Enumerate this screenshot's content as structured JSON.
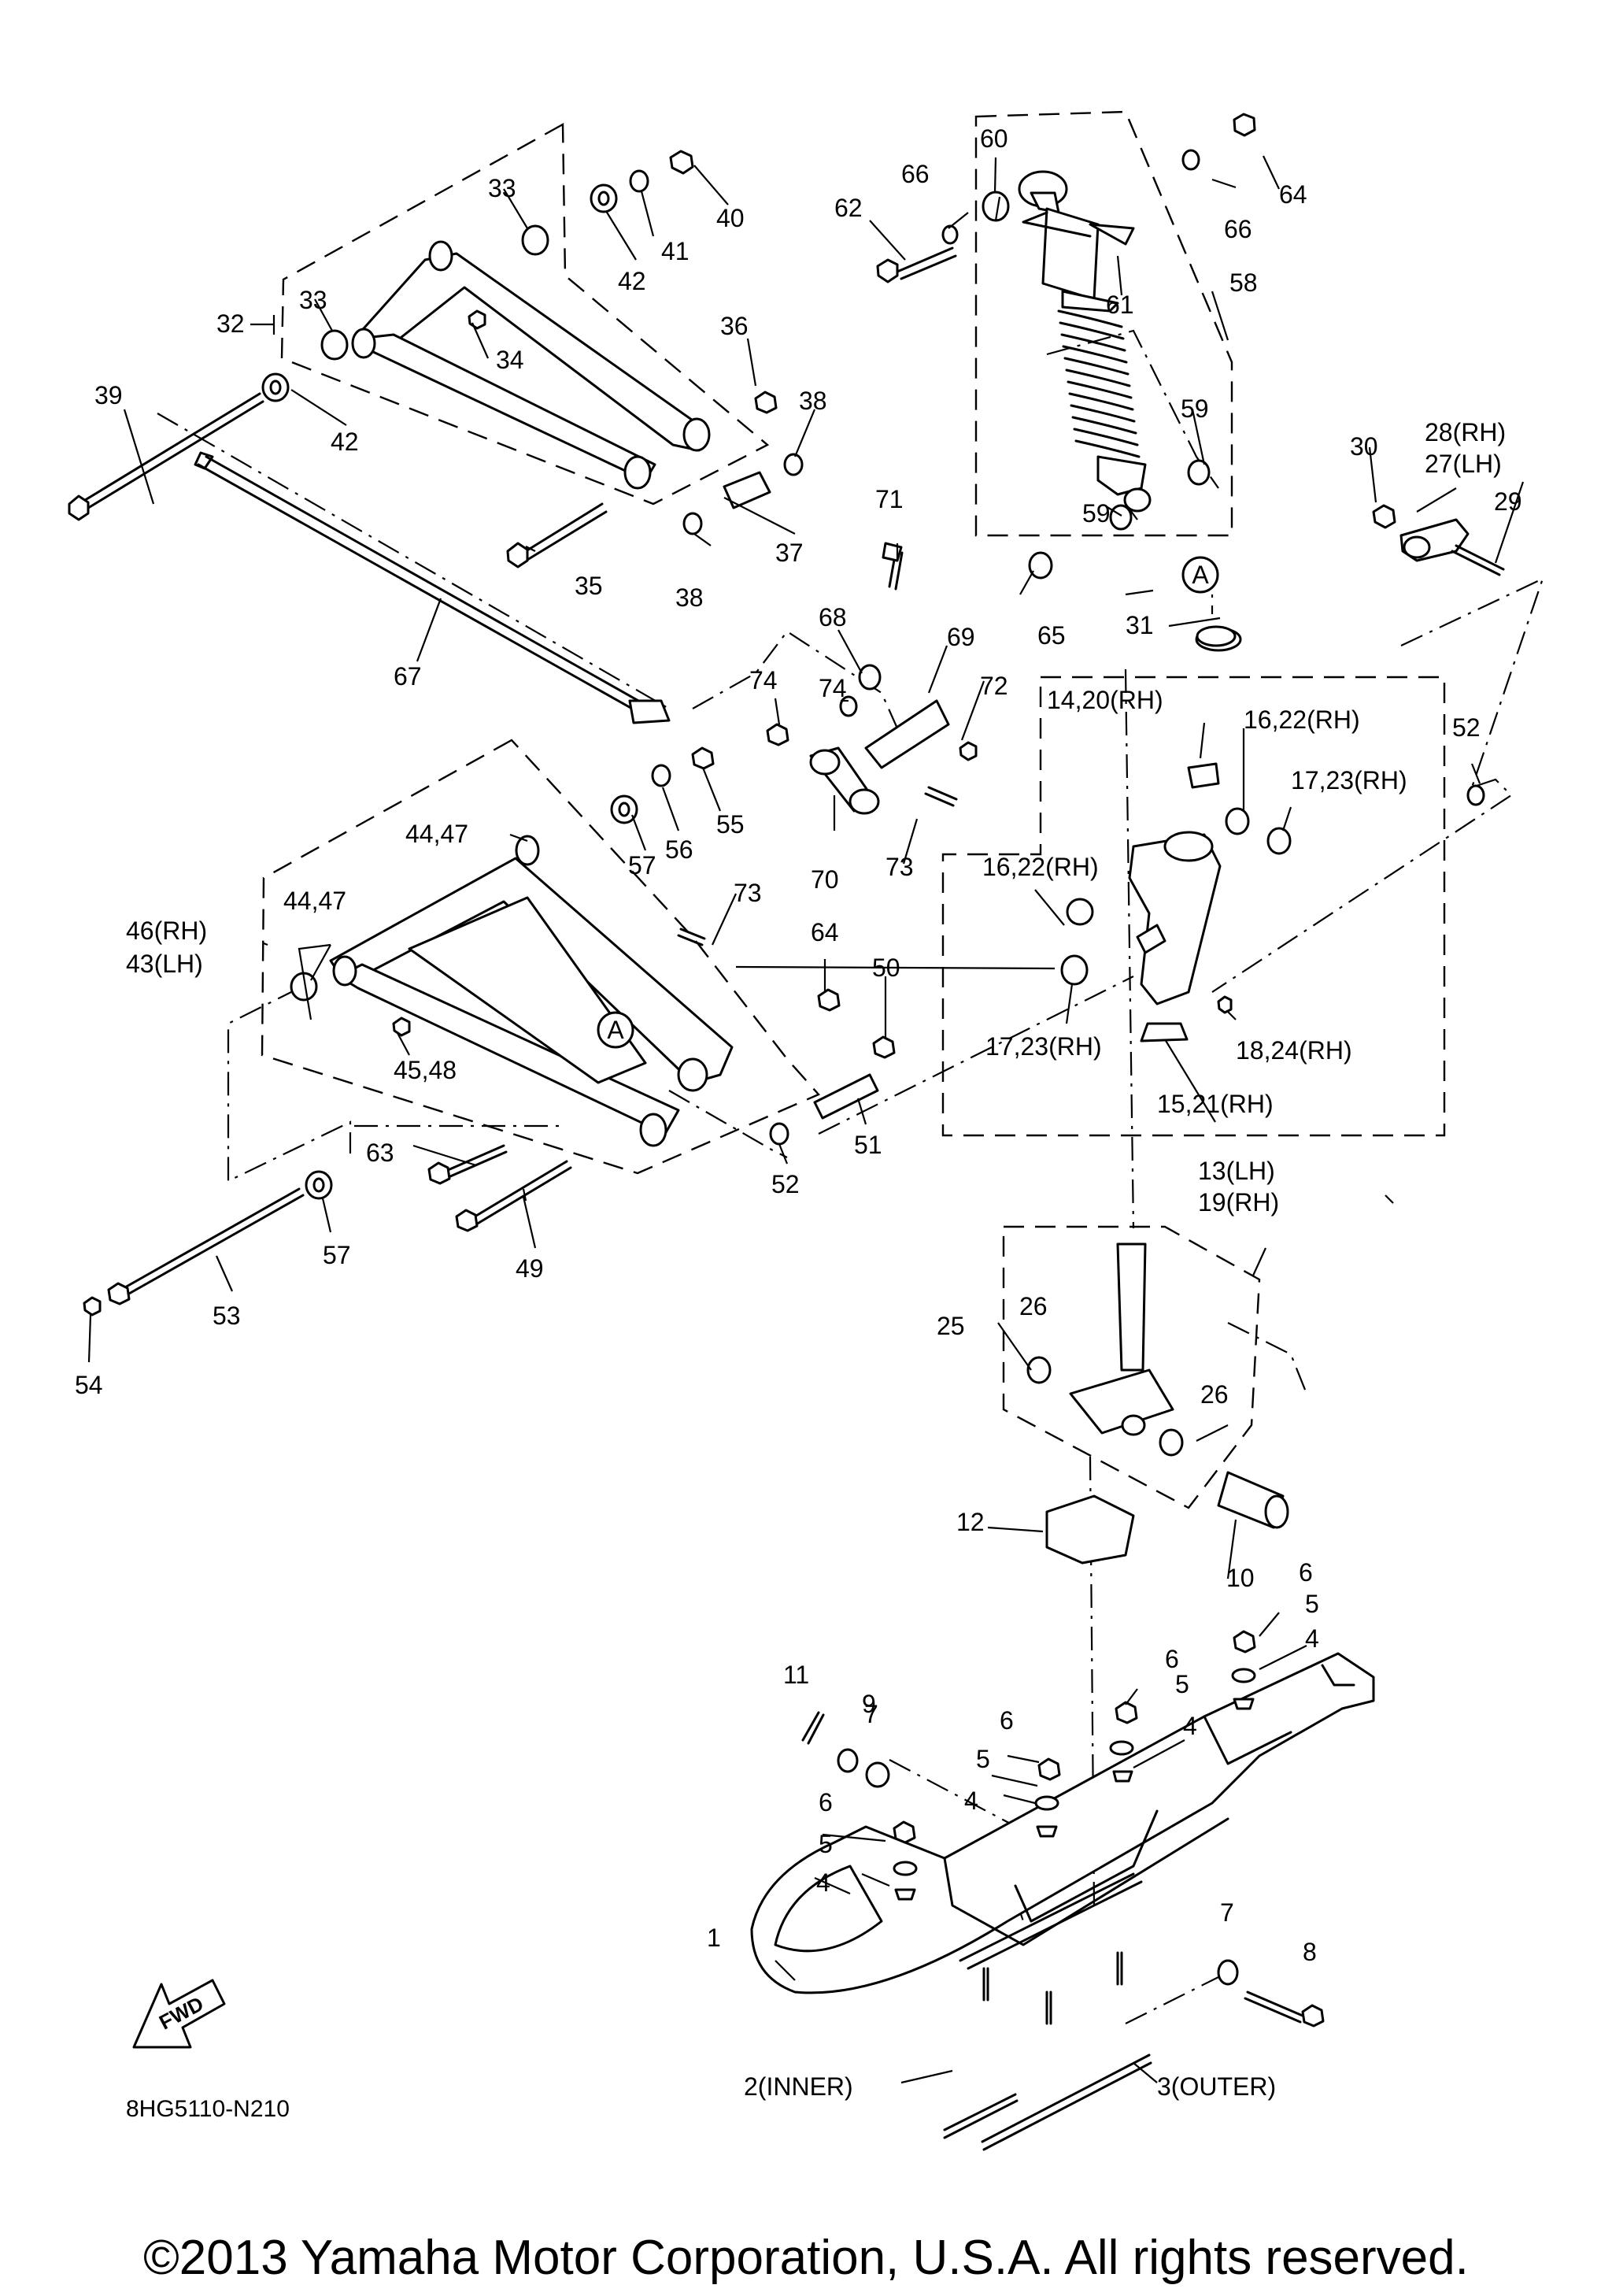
{
  "diagram": {
    "code": "8HG5110-N210",
    "copyright": "©2013 Yamaha Motor Corporation, U.S.A. All rights reserved.",
    "fwd_label": "FWD",
    "reference_marker": "A",
    "callouts": [
      {
        "id": "c1",
        "text": "1"
      },
      {
        "id": "c2",
        "text": "2(INNER)"
      },
      {
        "id": "c3",
        "text": "3(OUTER)"
      },
      {
        "id": "c4a",
        "text": "4"
      },
      {
        "id": "c4b",
        "text": "4"
      },
      {
        "id": "c4c",
        "text": "4"
      },
      {
        "id": "c4d",
        "text": "4"
      },
      {
        "id": "c5a",
        "text": "5"
      },
      {
        "id": "c5b",
        "text": "5"
      },
      {
        "id": "c5c",
        "text": "5"
      },
      {
        "id": "c5d",
        "text": "5"
      },
      {
        "id": "c6a",
        "text": "6"
      },
      {
        "id": "c6b",
        "text": "6"
      },
      {
        "id": "c6c",
        "text": "6"
      },
      {
        "id": "c6d",
        "text": "6"
      },
      {
        "id": "c7a",
        "text": "7"
      },
      {
        "id": "c7b",
        "text": "7"
      },
      {
        "id": "c8",
        "text": "8"
      },
      {
        "id": "c9",
        "text": "9"
      },
      {
        "id": "c10",
        "text": "10"
      },
      {
        "id": "c11",
        "text": "11"
      },
      {
        "id": "c12",
        "text": "12"
      },
      {
        "id": "c13",
        "text": "13(LH)"
      },
      {
        "id": "c19",
        "text": "19(RH)"
      },
      {
        "id": "c14",
        "text": "14,20(RH)"
      },
      {
        "id": "c15",
        "text": "15,21(RH)"
      },
      {
        "id": "c16a",
        "text": "16,22(RH)"
      },
      {
        "id": "c16b",
        "text": "16,22(RH)"
      },
      {
        "id": "c17a",
        "text": "17,23(RH)"
      },
      {
        "id": "c17b",
        "text": "17,23(RH)"
      },
      {
        "id": "c18",
        "text": "18,24(RH)"
      },
      {
        "id": "c25",
        "text": "25"
      },
      {
        "id": "c26a",
        "text": "26"
      },
      {
        "id": "c26b",
        "text": "26"
      },
      {
        "id": "c28",
        "text": "28(RH)"
      },
      {
        "id": "c27",
        "text": "27(LH)"
      },
      {
        "id": "c29",
        "text": "29"
      },
      {
        "id": "c30",
        "text": "30"
      },
      {
        "id": "c31",
        "text": "31"
      },
      {
        "id": "c32",
        "text": "32"
      },
      {
        "id": "c33a",
        "text": "33"
      },
      {
        "id": "c33b",
        "text": "33"
      },
      {
        "id": "c34",
        "text": "34"
      },
      {
        "id": "c35",
        "text": "35"
      },
      {
        "id": "c36",
        "text": "36"
      },
      {
        "id": "c37",
        "text": "37"
      },
      {
        "id": "c38a",
        "text": "38"
      },
      {
        "id": "c38b",
        "text": "38"
      },
      {
        "id": "c39",
        "text": "39"
      },
      {
        "id": "c40",
        "text": "40"
      },
      {
        "id": "c41",
        "text": "41"
      },
      {
        "id": "c42a",
        "text": "42"
      },
      {
        "id": "c42b",
        "text": "42"
      },
      {
        "id": "c44a",
        "text": "44,47"
      },
      {
        "id": "c44b",
        "text": "44,47"
      },
      {
        "id": "c46",
        "text": "46(RH)"
      },
      {
        "id": "c43",
        "text": "43(LH)"
      },
      {
        "id": "c45",
        "text": "45,48"
      },
      {
        "id": "c49",
        "text": "49"
      },
      {
        "id": "c50",
        "text": "50"
      },
      {
        "id": "c51",
        "text": "51"
      },
      {
        "id": "c52a",
        "text": "52"
      },
      {
        "id": "c52b",
        "text": "52"
      },
      {
        "id": "c53",
        "text": "53"
      },
      {
        "id": "c54",
        "text": "54"
      },
      {
        "id": "c55",
        "text": "55"
      },
      {
        "id": "c56",
        "text": "56"
      },
      {
        "id": "c57a",
        "text": "57"
      },
      {
        "id": "c57b",
        "text": "57"
      },
      {
        "id": "c58",
        "text": "58"
      },
      {
        "id": "c59a",
        "text": "59"
      },
      {
        "id": "c59b",
        "text": "59"
      },
      {
        "id": "c60",
        "text": "60"
      },
      {
        "id": "c61",
        "text": "61"
      },
      {
        "id": "c62",
        "text": "62"
      },
      {
        "id": "c63",
        "text": "63"
      },
      {
        "id": "c64a",
        "text": "64"
      },
      {
        "id": "c64b",
        "text": "64"
      },
      {
        "id": "c65",
        "text": "65"
      },
      {
        "id": "c66a",
        "text": "66"
      },
      {
        "id": "c66b",
        "text": "66"
      },
      {
        "id": "c67",
        "text": "67"
      },
      {
        "id": "c68",
        "text": "68"
      },
      {
        "id": "c69",
        "text": "69"
      },
      {
        "id": "c70",
        "text": "70"
      },
      {
        "id": "c71",
        "text": "71"
      },
      {
        "id": "c72",
        "text": "72"
      },
      {
        "id": "c73a",
        "text": "73"
      },
      {
        "id": "c73b",
        "text": "73"
      },
      {
        "id": "c74a",
        "text": "74"
      },
      {
        "id": "c74b",
        "text": "74"
      }
    ]
  }
}
